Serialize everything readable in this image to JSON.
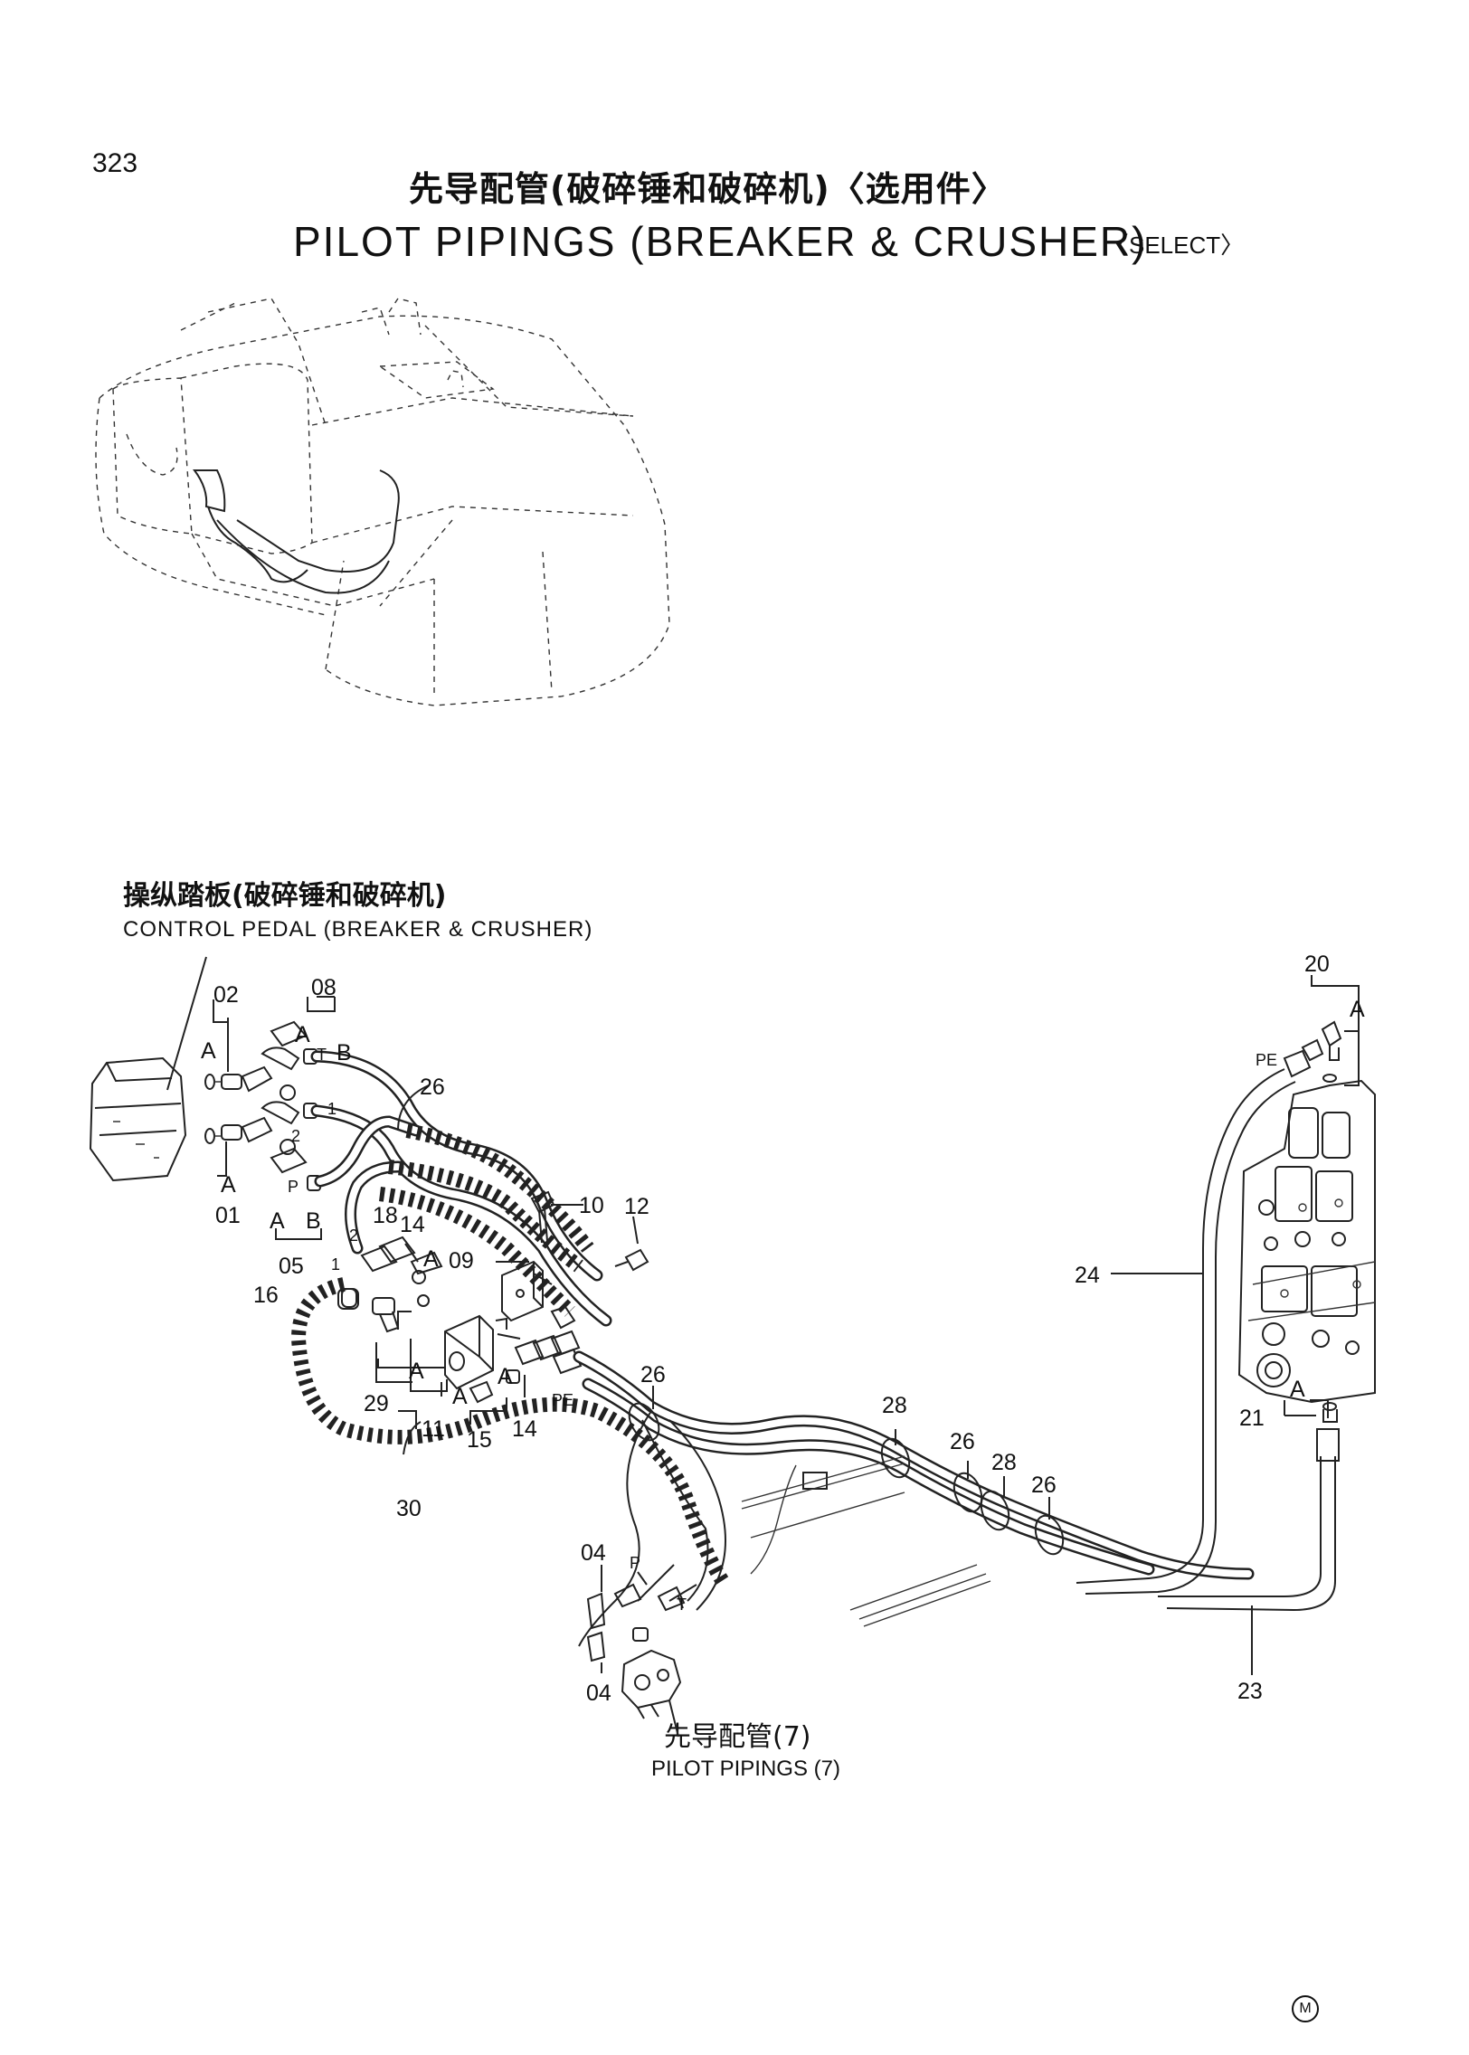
{
  "page_number": "323",
  "title": {
    "cn": "先导配管(破碎锤和破碎机)〈选用件〉",
    "en": "PILOT PIPINGS (BREAKER & CRUSHER)",
    "en_select": "〈SELECT〉"
  },
  "control_pedal": {
    "cn": "操纵踏板(破碎锤和破碎机)",
    "en": "CONTROL PEDAL (BREAKER & CRUSHER)"
  },
  "pilot_ref": {
    "cn": "先导配管(7)",
    "en": "PILOT PIPINGS (7)"
  },
  "corner_mark": "M",
  "callouts": {
    "c01": "01",
    "c02": "02",
    "c04a": "04",
    "c04b": "04",
    "c05": "05",
    "c08": "08",
    "c09": "09",
    "c10": "10",
    "c11": "11",
    "c12": "12",
    "c14a": "14",
    "c14b": "14",
    "c15": "15",
    "c16": "16",
    "c18": "18",
    "c20": "20",
    "c21": "21",
    "c23": "23",
    "c24": "24",
    "c26a": "26",
    "c26b": "26",
    "c26c": "26",
    "c26d": "26",
    "c28a": "28",
    "c28b": "28",
    "c29": "29",
    "c30": "30"
  },
  "port_labels": {
    "a1": "A",
    "a2": "A",
    "a3": "A",
    "a4": "A",
    "a5": "A",
    "a6": "A",
    "a7": "A",
    "a8": "A",
    "a9": "A",
    "a10": "A",
    "b1": "B",
    "b2": "B",
    "t1": "T",
    "t2": "T",
    "p1": "P",
    "p2": "P",
    "n1a": "1",
    "n2a": "2",
    "n1b": "1",
    "n2b": "2",
    "pe1": "PE",
    "pe2": "PE"
  }
}
